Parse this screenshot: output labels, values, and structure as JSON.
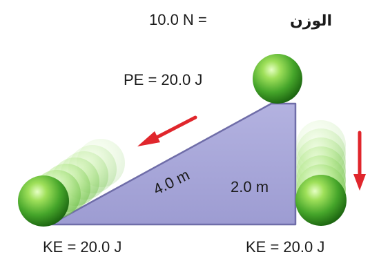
{
  "labels": {
    "weight_value": "10.0 N = ",
    "weight_word": "الوزن",
    "pe_top": "PE = 20.0 J",
    "ke_left": "KE = 20.0 J",
    "ke_right": "KE = 20.0 J",
    "slope_length": "4.0 m",
    "height": "2.0 m"
  },
  "colors": {
    "ramp_fill": "#a9a8d8",
    "ramp_stroke": "#6c6aa6",
    "ball_light": "#c7f28a",
    "ball_mid": "#4fb531",
    "ball_dark": "#1f6e12",
    "arrow": "#e0262c"
  }
}
